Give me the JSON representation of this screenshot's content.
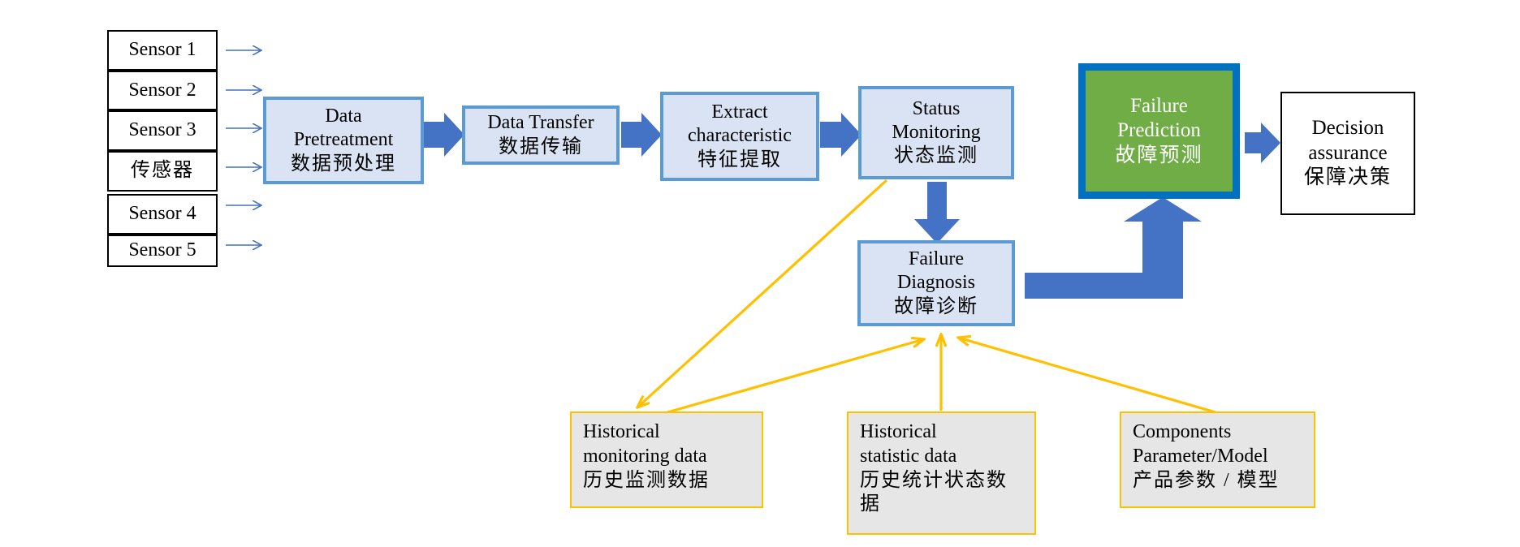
{
  "sensors": [
    {
      "label": "Sensor 1"
    },
    {
      "label": "Sensor 2"
    },
    {
      "label": "Sensor 3"
    },
    {
      "label": "传感器"
    },
    {
      "label": "Sensor 4"
    },
    {
      "label": "Sensor 5"
    }
  ],
  "steps": {
    "pretreatment": {
      "en_1": "Data",
      "en_2": "Pretreatment",
      "cn": "数据预处理"
    },
    "transfer": {
      "en": "Data Transfer",
      "cn": "数据传输"
    },
    "extract": {
      "en_1": "Extract",
      "en_2": "characteristic",
      "cn": "特征提取"
    },
    "status": {
      "en_1": "Status",
      "en_2": "Monitoring",
      "cn": "状态监测"
    },
    "diagnosis": {
      "en_1": "Failure",
      "en_2": "Diagnosis",
      "cn": "故障诊断"
    },
    "prediction": {
      "en_1": "Failure",
      "en_2": "Prediction",
      "cn": "故障预测"
    },
    "decision": {
      "en_1": "Decision",
      "en_2": "assurance",
      "cn": "保障决策"
    }
  },
  "sources": {
    "historical_monitoring": {
      "en_1": "Historical",
      "en_2": "monitoring data",
      "cn": "历史监测数据"
    },
    "historical_statistic": {
      "en_1": "Historical",
      "en_2": "statistic data",
      "cn_1": "历史统计状态数",
      "cn_2": "据"
    },
    "components": {
      "en_1": "Components",
      "en_2": "Parameter/Model",
      "cn": "产品参数 / 模型"
    }
  },
  "colors": {
    "flow_arrow": "#4472c4",
    "sensor_arrow": "#4472c4",
    "feedback_arrow": "#ffc000",
    "step_fill": "#dae3f3",
    "step_border": "#5b9bd5",
    "source_fill": "#e7e6e6",
    "source_border": "#ffc000",
    "prediction_fill": "#70ad47",
    "prediction_border": "#0070c0"
  }
}
